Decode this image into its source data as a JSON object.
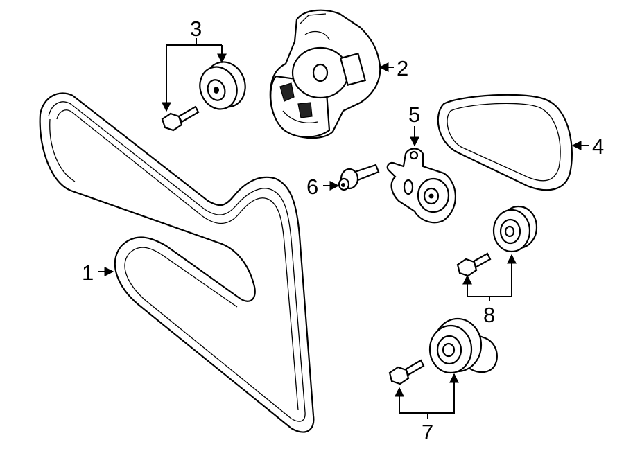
{
  "callouts": {
    "belt_long": "1",
    "tensioner_assembly": "2",
    "idler_pulley_top": "3",
    "belt_short": "4",
    "tensioner_small": "5",
    "bolt_tensioner": "6",
    "idler_pulley_bottom": "7",
    "idler_pulley_right": "8"
  },
  "colors": {
    "line": "#000000",
    "background": "#ffffff"
  }
}
